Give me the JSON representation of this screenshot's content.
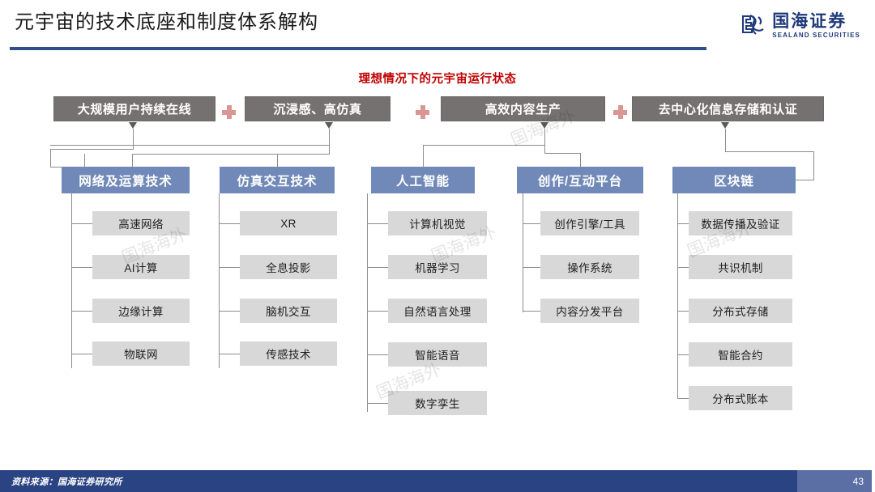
{
  "header": {
    "title": "元宇宙的技术底座和制度体系解构",
    "logo_cn": "国海证券",
    "logo_en": "SEALAND SECURITIES",
    "logo_icon": "sealand-knot-logo",
    "accent_color": "#2d4f8e"
  },
  "banner": {
    "text": "理想情况下的元宇宙运行状态",
    "color": "#c00000"
  },
  "top_row": {
    "separator_icon": "plus-icon",
    "separator_color": "#d99692",
    "box_color": "#767171",
    "items": [
      {
        "label": "大规模用户持续在线"
      },
      {
        "label": "沉浸感、高仿真"
      },
      {
        "label": "高效内容生产"
      },
      {
        "label": "去中心化信息存储和认证"
      }
    ]
  },
  "categories": {
    "box_color": "#7089b8",
    "leaf_color": "#d8d8d8",
    "items": [
      {
        "label": "网络及运算技术",
        "leaves": [
          "高速网络",
          "AI计算",
          "边缘计算",
          "物联网"
        ]
      },
      {
        "label": "仿真交互技术",
        "leaves": [
          "XR",
          "全息投影",
          "脑机交互",
          "传感技术"
        ]
      },
      {
        "label": "人工智能",
        "leaves": [
          "计算机视觉",
          "机器学习",
          "自然语言处理",
          "智能语音",
          "数字孪生"
        ]
      },
      {
        "label": "创作/互动平台",
        "leaves": [
          "创作引擎/工具",
          "操作系统",
          "内容分发平台"
        ]
      },
      {
        "label": "区块链",
        "leaves": [
          "数据传播及验证",
          "共识机制",
          "分布式存储",
          "智能合约",
          "分布式账本"
        ]
      }
    ]
  },
  "watermark": {
    "text": "国海海外"
  },
  "footer": {
    "source": "资料来源：国海证券研究所",
    "page": "43",
    "bar_color": "#2a4483",
    "page_color": "#5b6fa5"
  }
}
